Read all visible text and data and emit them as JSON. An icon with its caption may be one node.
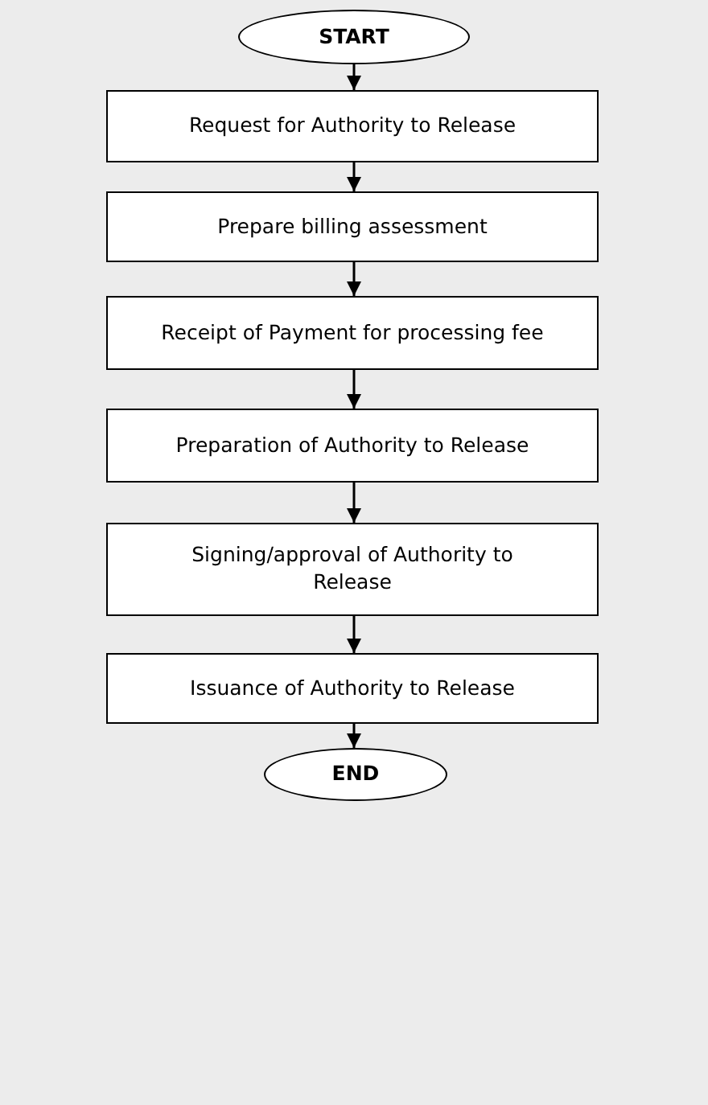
{
  "diagram": {
    "nodes": [
      {
        "text": [
          "START"
        ]
      },
      {
        "text": [
          "Request for Authority to Release"
        ]
      },
      {
        "text": [
          "Prepare billing assessment"
        ]
      },
      {
        "text": [
          "Receipt of Payment for processing fee"
        ]
      },
      {
        "text": [
          "Preparation of Authority to Release"
        ]
      },
      {
        "text": [
          "Signing/approval of Authority to Release"
        ]
      },
      {
        "text": [
          "Issuance of Authority to Release"
        ]
      },
      {
        "text": [
          "END"
        ]
      }
    ],
    "edges": [
      {
        "from": 0,
        "to": 1,
        "arrow": "to"
      },
      {
        "from": 1,
        "to": 2,
        "arrow": "to"
      },
      {
        "from": 2,
        "to": 3,
        "arrow": "to"
      },
      {
        "from": 3,
        "to": 4,
        "arrow": "to"
      },
      {
        "from": 4,
        "to": 5,
        "arrow": "to"
      },
      {
        "from": 5,
        "to": 6,
        "arrow": "to"
      },
      {
        "from": 6,
        "to": 7,
        "arrow": "to"
      }
    ]
  }
}
